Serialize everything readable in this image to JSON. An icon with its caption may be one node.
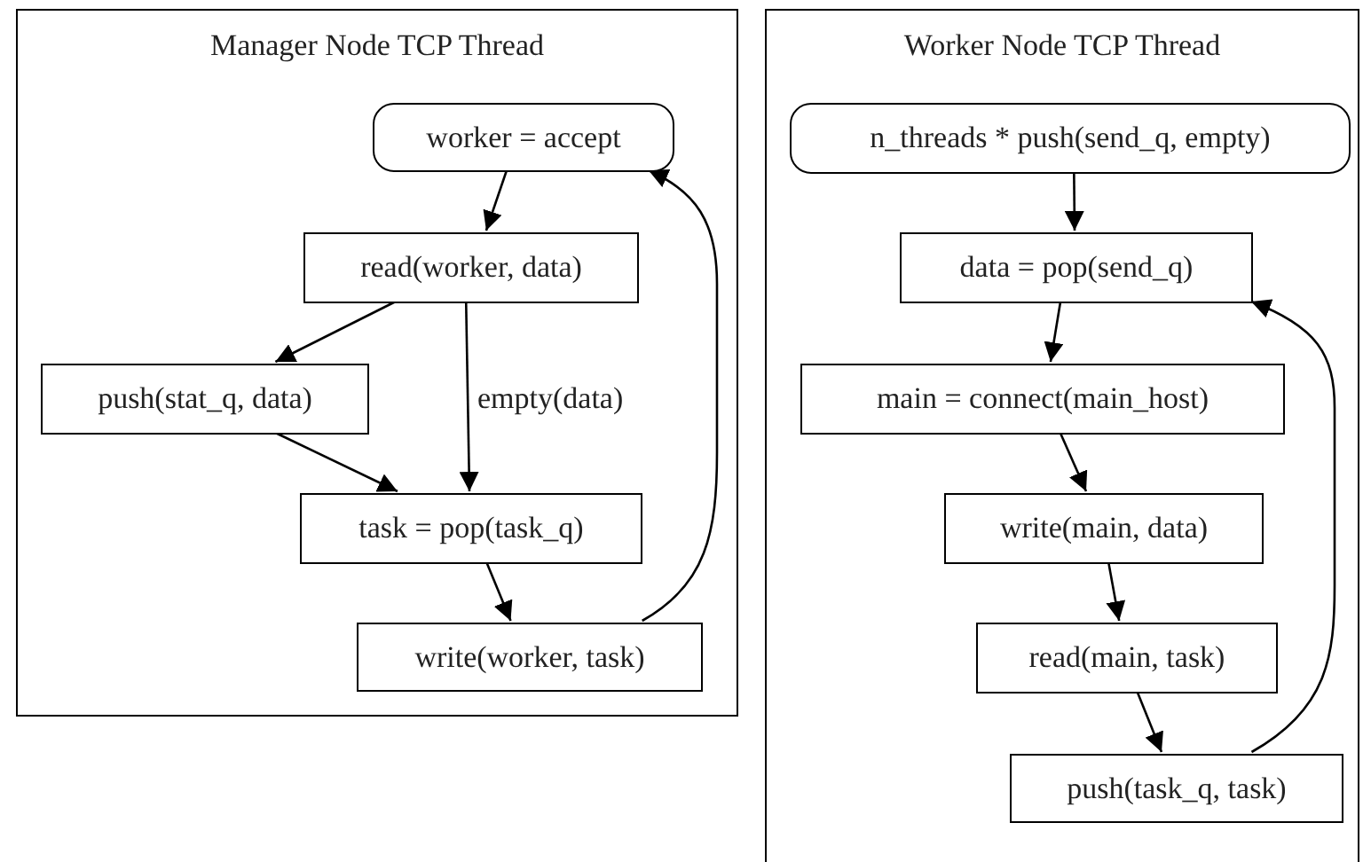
{
  "diagram": {
    "nodes": [
      {
        "text": [
          "Manager Node TCP Thread"
        ]
      },
      {
        "text": [
          "worker = accept"
        ],
        "in": 0
      },
      {
        "text": [
          "read(worker, data)"
        ],
        "in": 0
      },
      {
        "text": [
          "push(stat_q, data)"
        ],
        "in": 0
      },
      {
        "text": [
          "task = pop(task_q)"
        ],
        "in": 0
      },
      {
        "text": [
          "write(worker, task)"
        ],
        "in": 0
      },
      {
        "text": [
          "Worker Node TCP Thread"
        ]
      },
      {
        "text": [
          "n_threads * push(send_q, empty)"
        ],
        "in": 6
      },
      {
        "text": [
          "data = pop(send_q)"
        ],
        "in": 6
      },
      {
        "text": [
          "main = connect(main_host)"
        ],
        "in": 6
      },
      {
        "text": [
          "write(main, data)"
        ],
        "in": 6
      },
      {
        "text": [
          "read(main, task)"
        ],
        "in": 6
      },
      {
        "text": [
          "push(task_q, task)"
        ],
        "in": 6
      }
    ],
    "edges": [
      {
        "from": 1,
        "to": 2,
        "arrow": "to"
      },
      {
        "from": 2,
        "to": 3,
        "arrow": "to"
      },
      {
        "from": 2,
        "to": 4,
        "arrow": "to",
        "label": "empty(data)"
      },
      {
        "from": 3,
        "to": 4,
        "arrow": "to"
      },
      {
        "from": 4,
        "to": 5,
        "arrow": "to"
      },
      {
        "from": 5,
        "to": 1,
        "arrow": "to"
      },
      {
        "from": 7,
        "to": 8,
        "arrow": "to"
      },
      {
        "from": 8,
        "to": 9,
        "arrow": "to"
      },
      {
        "from": 9,
        "to": 10,
        "arrow": "to"
      },
      {
        "from": 10,
        "to": 11,
        "arrow": "to"
      },
      {
        "from": 11,
        "to": 12,
        "arrow": "to"
      },
      {
        "from": 12,
        "to": 8,
        "arrow": "to"
      }
    ]
  }
}
